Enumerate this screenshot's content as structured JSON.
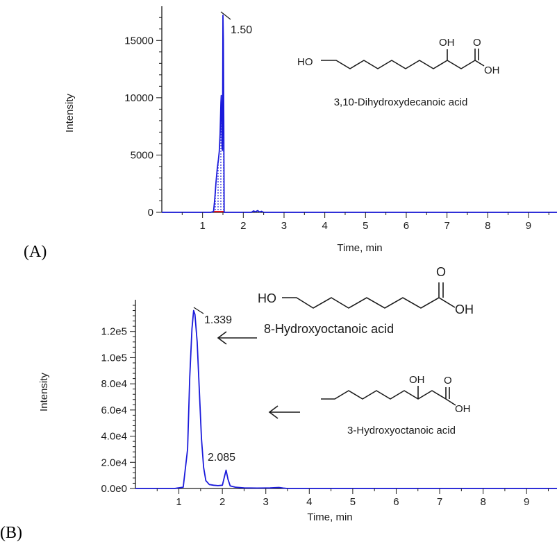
{
  "chart_data": [
    {
      "panel": "(A)",
      "type": "line",
      "xlabel": "Time, min",
      "ylabel": "Intensity",
      "xlim": [
        0,
        9.7
      ],
      "ylim": [
        0,
        17500
      ],
      "xticks": [
        "1",
        "2",
        "3",
        "4",
        "5",
        "6",
        "7",
        "8",
        "9"
      ],
      "yticks": [
        "0",
        "5000",
        "10000",
        "15000"
      ],
      "series": [
        {
          "color": "#1a1adb",
          "x": [
            0,
            1.0,
            1.2,
            1.27,
            1.3,
            1.33,
            1.36,
            1.39,
            1.41,
            1.43,
            1.45,
            1.46,
            1.47,
            1.48,
            1.49,
            1.5,
            1.51,
            1.52,
            1.53,
            1.6,
            2.0,
            2.2,
            2.25,
            2.3,
            2.35,
            2.4,
            2.45,
            2.5,
            3.0,
            9.7
          ],
          "y": [
            0,
            0,
            0,
            80,
            1200,
            2600,
            3800,
            4600,
            5300,
            6800,
            9600,
            10200,
            8000,
            5600,
            5400,
            17200,
            15000,
            8000,
            0,
            0,
            0,
            0,
            120,
            40,
            150,
            30,
            90,
            0,
            0,
            0
          ]
        }
      ],
      "integration": {
        "from": 1.27,
        "to": 1.53,
        "color": "#1a1adb",
        "baseline_color": "#e0151b"
      },
      "annotations": [
        {
          "text": "1.50",
          "x": 1.5,
          "y": 17200
        }
      ],
      "molecule": {
        "name": "3,10-Dihydroxydecanoic acid",
        "atoms": [
          "HO",
          "OH",
          "O",
          "OH"
        ]
      }
    },
    {
      "panel": "(B)",
      "type": "line",
      "xlabel": "Time, min",
      "ylabel": "Intensity",
      "xlim": [
        0,
        9.7
      ],
      "ylim": [
        0,
        140000
      ],
      "xticks": [
        "1",
        "2",
        "3",
        "4",
        "5",
        "6",
        "7",
        "8",
        "9"
      ],
      "yticks": [
        "0.0e0",
        "2.0e4",
        "4.0e4",
        "6.0e4",
        "8.0e4",
        "1.0e5",
        "1.2e5"
      ],
      "series": [
        {
          "color": "#1a1adb",
          "x": [
            0,
            0.9,
            1.1,
            1.2,
            1.25,
            1.3,
            1.339,
            1.37,
            1.42,
            1.47,
            1.52,
            1.57,
            1.62,
            1.7,
            1.8,
            1.9,
            2.0,
            2.04,
            2.085,
            2.13,
            2.18,
            2.3,
            2.5,
            2.8,
            3.1,
            3.3,
            3.4,
            3.5,
            9.7
          ],
          "y": [
            0,
            0,
            1000,
            30000,
            85000,
            122000,
            136000,
            133000,
            112000,
            75000,
            38000,
            16000,
            6000,
            3000,
            2500,
            2200,
            2500,
            8000,
            14000,
            7000,
            2000,
            1000,
            500,
            300,
            400,
            800,
            300,
            0,
            0
          ]
        }
      ],
      "annotations": [
        {
          "text": "1.339",
          "x": 1.339,
          "y": 136000
        },
        {
          "text": "2.085",
          "x": 2.085,
          "y": 14000
        }
      ],
      "molecules": [
        {
          "name": "8-Hydroxyoctanoic acid",
          "atoms": [
            "HO",
            "O",
            "OH"
          ]
        },
        {
          "name": "3-Hydroxyoctanoic acid",
          "atoms": [
            "OH",
            "O",
            "OH"
          ]
        }
      ]
    }
  ]
}
